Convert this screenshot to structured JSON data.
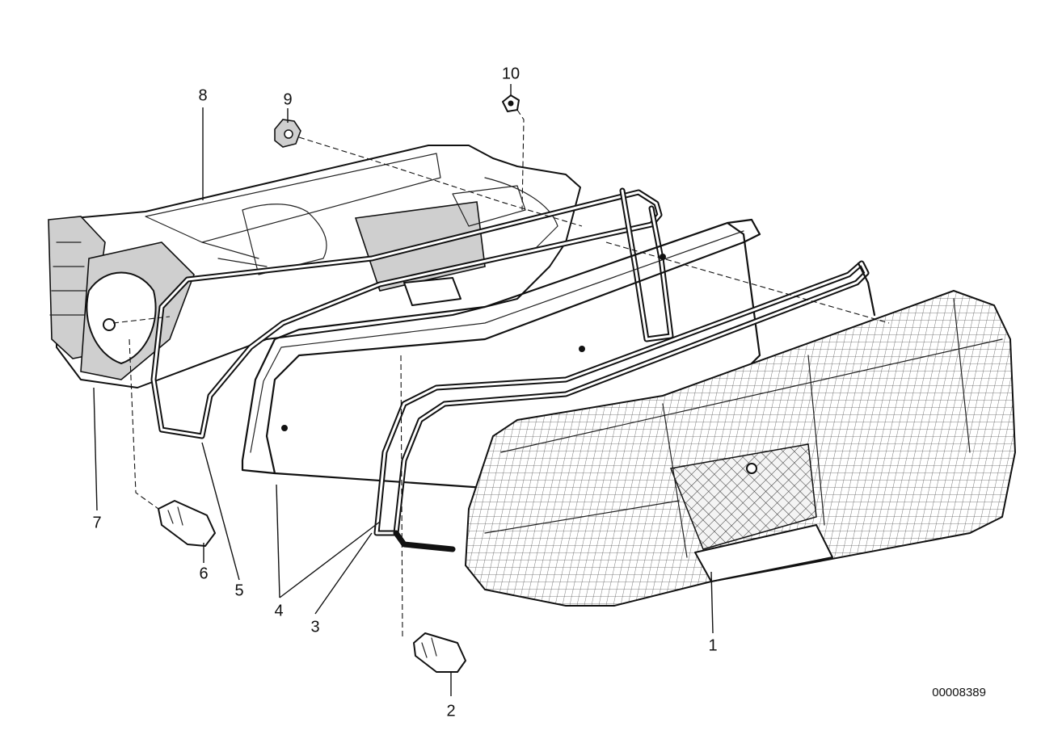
{
  "diagram": {
    "callouts": [
      {
        "id": "1",
        "label": "1"
      },
      {
        "id": "2",
        "label": "2"
      },
      {
        "id": "3",
        "label": "3"
      },
      {
        "id": "4",
        "label": "4"
      },
      {
        "id": "5",
        "label": "5"
      },
      {
        "id": "6",
        "label": "6"
      },
      {
        "id": "7",
        "label": "7"
      },
      {
        "id": "8",
        "label": "8"
      },
      {
        "id": "9",
        "label": "9"
      },
      {
        "id": "10",
        "label": "10"
      }
    ],
    "reference_number": "00008389"
  }
}
